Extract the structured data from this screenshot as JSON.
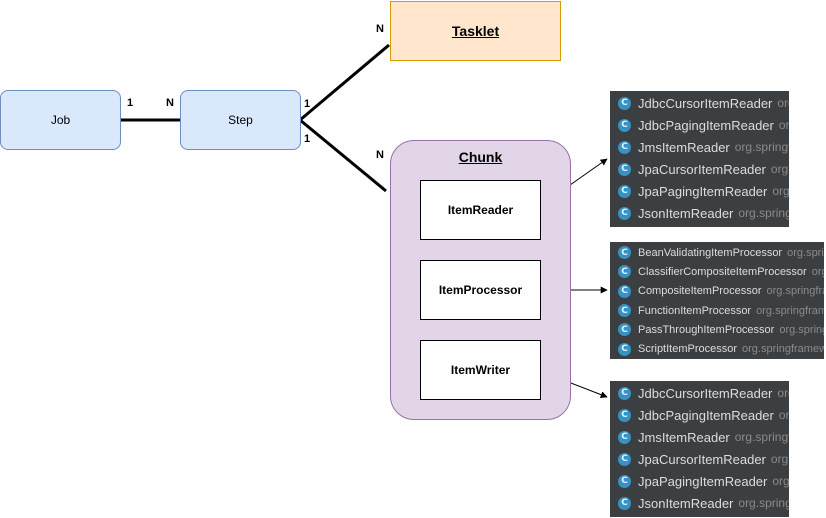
{
  "nodes": {
    "job": "Job",
    "step": "Step",
    "tasklet": "Tasklet",
    "chunk": "Chunk",
    "item_reader": "ItemReader",
    "item_processor": "ItemProcessor",
    "item_writer": "ItemWriter"
  },
  "multiplicity": {
    "job_step_job_end": "1",
    "job_step_step_end": "N",
    "step_tasklet_step_end": "1",
    "step_tasklet_tasklet_end": "N",
    "step_chunk_step_end": "1",
    "step_chunk_chunk_end": "N"
  },
  "reader_panel": [
    {
      "class": "JdbcCursorItemReader",
      "pkg": "org.springframework"
    },
    {
      "class": "JdbcPagingItemReader",
      "pkg": "org.springframework"
    },
    {
      "class": "JmsItemReader",
      "pkg": "org.springframework"
    },
    {
      "class": "JpaCursorItemReader",
      "pkg": "org.springframework"
    },
    {
      "class": "JpaPagingItemReader",
      "pkg": "org.springframework"
    },
    {
      "class": "JsonItemReader",
      "pkg": "org.springframework"
    }
  ],
  "processor_panel": [
    {
      "class": "BeanValidatingItemProcessor",
      "pkg": "org.springframework"
    },
    {
      "class": "ClassifierCompositeItemProcessor",
      "pkg": "org.springframework"
    },
    {
      "class": "CompositeItemProcessor",
      "pkg": "org.springframework"
    },
    {
      "class": "FunctionItemProcessor",
      "pkg": "org.springframework"
    },
    {
      "class": "PassThroughItemProcessor",
      "pkg": "org.springframework"
    },
    {
      "class": "ScriptItemProcessor",
      "pkg": "org.springframework"
    }
  ],
  "writer_panel": [
    {
      "class": "JdbcCursorItemReader",
      "pkg": "org.springframework"
    },
    {
      "class": "JdbcPagingItemReader",
      "pkg": "org.springframework"
    },
    {
      "class": "JmsItemReader",
      "pkg": "org.springframework"
    },
    {
      "class": "JpaCursorItemReader",
      "pkg": "org.springframework"
    },
    {
      "class": "JpaPagingItemReader",
      "pkg": "org.springframework"
    },
    {
      "class": "JsonItemReader",
      "pkg": "org.springframework"
    }
  ],
  "class_icon_glyph": "C",
  "colors": {
    "blue_fill": "#dae8fc",
    "blue_stroke": "#6c8ebf",
    "orange_fill": "#ffe6cc",
    "orange_stroke": "#d79b00",
    "purple_fill": "#e1d5e7",
    "purple_stroke": "#9673a6",
    "panel_bg": "#3c3f41",
    "class_icon": "#3592c4"
  }
}
